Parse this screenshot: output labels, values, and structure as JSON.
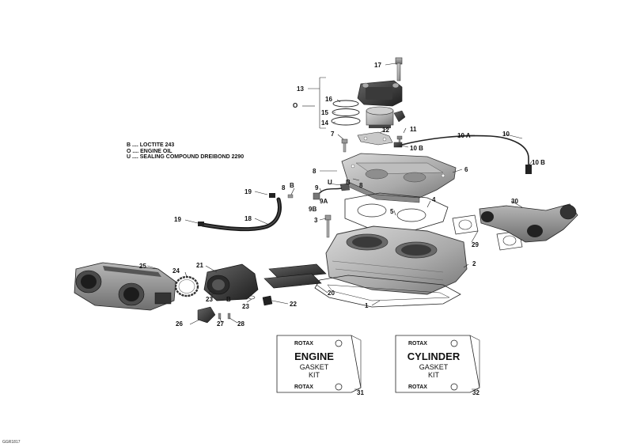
{
  "legend": [
    {
      "code": "B",
      "text": "LOCTITE 243"
    },
    {
      "code": "O",
      "text": "ENGINE OIL"
    },
    {
      "code": "U",
      "text": "SEALING COMPOUND DREIBOND 2290"
    }
  ],
  "callouts": {
    "c1": "1",
    "c2": "2",
    "c3": "3",
    "c4": "4",
    "c5": "5",
    "c6": "6",
    "c7": "7",
    "c8a": "8",
    "c8b": "8",
    "c8c": "8",
    "c9": "9",
    "c9a": "9A",
    "c9b": "9B",
    "c10": "10",
    "c10a": "10 A",
    "c10b1": "10 B",
    "c10b2": "10 B",
    "c11": "11",
    "c12": "12",
    "c13": "13",
    "c14": "14",
    "c15": "15",
    "c16": "16",
    "c17": "17",
    "c18": "18",
    "c19a": "19",
    "c19b": "19",
    "c20": "20",
    "c21": "21",
    "c22": "22",
    "c23a": "23",
    "c23b": "23",
    "c24": "24",
    "c25": "25",
    "c26": "26",
    "c27": "27",
    "c28": "28",
    "c29": "29",
    "c30": "30",
    "c31": "31",
    "c32": "32"
  },
  "markers": {
    "o13": "O",
    "u_head": "U",
    "b_head": "B",
    "b_pipe": "B",
    "b_throttle": "B"
  },
  "kits": {
    "engine": {
      "brand_top": "ROTAX",
      "title": "ENGINE",
      "sub1": "GASKET",
      "sub2": "KIT",
      "brand_bottom": "ROTAX"
    },
    "cylinder": {
      "brand_top": "ROTAX",
      "title": "CYLINDER",
      "sub1": "GASKET",
      "sub2": "KIT",
      "brand_bottom": "ROTAX"
    }
  },
  "diagram_code": "GGR1817"
}
